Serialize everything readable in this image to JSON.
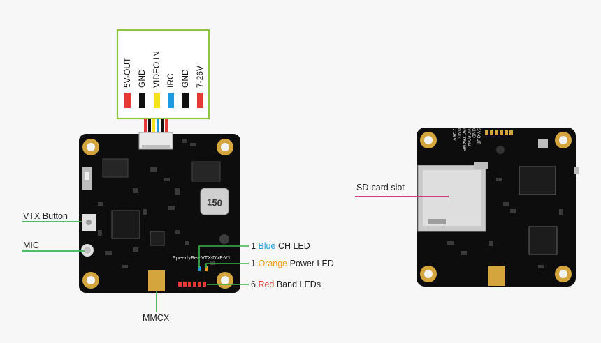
{
  "connector_pins": [
    {
      "label": "5V-OUT",
      "color": "#e53935"
    },
    {
      "label": "GND",
      "color": "#111111"
    },
    {
      "label": "VIDEO IN",
      "color": "#f4e21b"
    },
    {
      "label": "IRC",
      "color": "#1e9be0"
    },
    {
      "label": "GND",
      "color": "#111111"
    },
    {
      "label": "7-26V",
      "color": "#e53935"
    }
  ],
  "board_front": {
    "brand": "SpeedyBee",
    "model": "VTX-DVR-V1",
    "inductor": "150"
  },
  "board_back": {
    "pin_labels": [
      "5V-OUT",
      "GND",
      "VIDEOIN",
      "IRC TRAMP",
      "GND",
      "7-26V"
    ]
  },
  "callouts": {
    "vtx_button": "VTX Button",
    "mic": "MIC",
    "mmcx": "MMCX",
    "sd_slot": "SD-card slot",
    "blue_led": {
      "num": "1 ",
      "color_word": "Blue",
      "rest": " CH LED",
      "accent": "#1e9be0"
    },
    "orange_led": {
      "num": "1 ",
      "color_word": "Orange",
      "rest": " Power LED",
      "accent": "#f39c12"
    },
    "red_led": {
      "num": "6 ",
      "color_word": "Red",
      "rest": " Band LEDs",
      "accent": "#e53935"
    }
  },
  "colors": {
    "connector_border": "#8cc63f",
    "line_green": "#39b54a",
    "line_pink": "#d6246e",
    "board": "#0d0d0d",
    "gold": "#d4a53c"
  }
}
